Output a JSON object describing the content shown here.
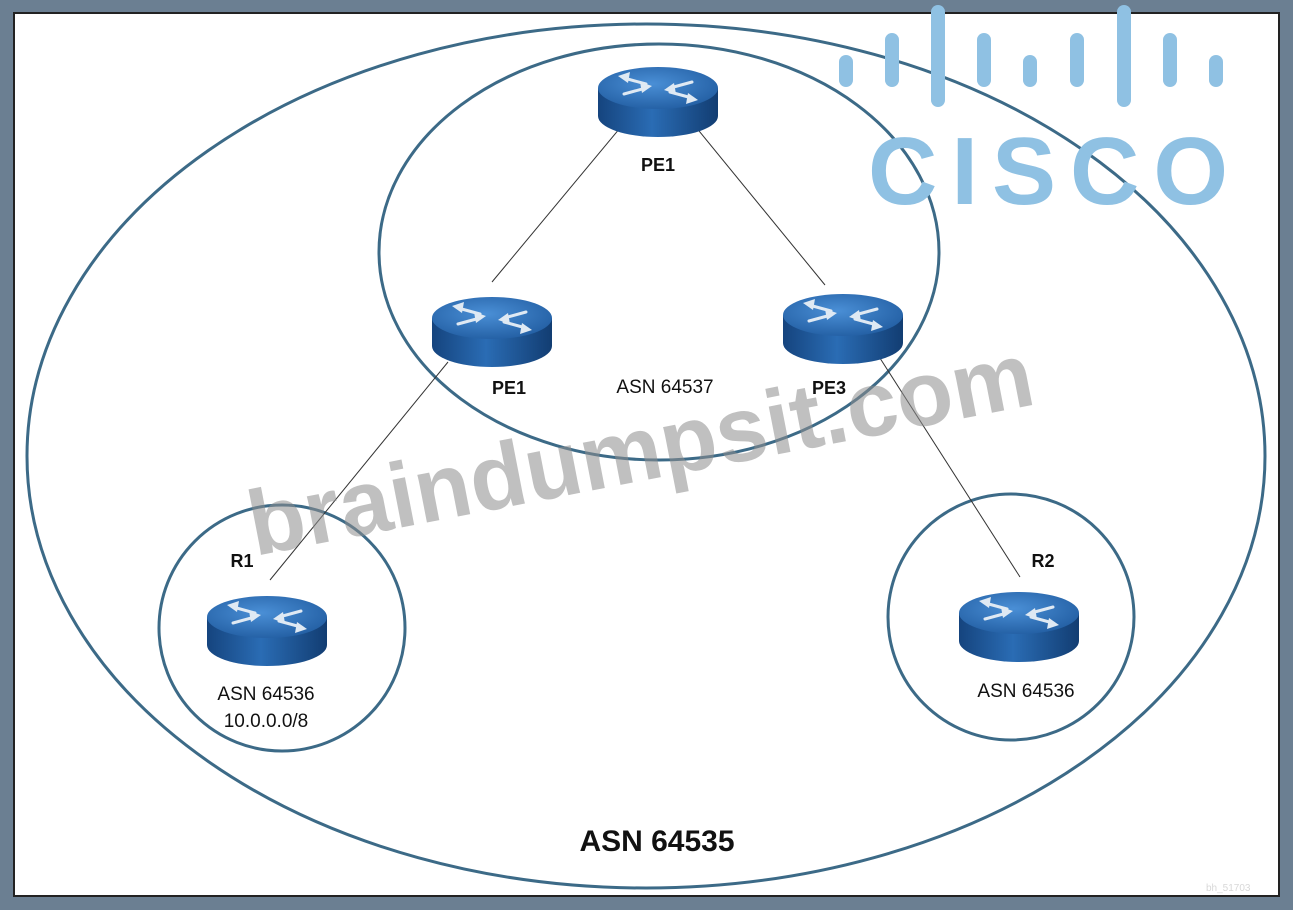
{
  "outer_zone": {
    "label": "ASN 64535"
  },
  "core_zone": {
    "label": "ASN 64537"
  },
  "r1_zone": {
    "asn": "ASN 64536",
    "prefix": "10.0.0.0/8"
  },
  "r2_zone": {
    "asn": "ASN 64536"
  },
  "routers": {
    "top": {
      "label": "PE1"
    },
    "left": {
      "label": "PE1"
    },
    "right": {
      "label": "PE3"
    },
    "r1": {
      "label": "R1"
    },
    "r2": {
      "label": "R2"
    }
  },
  "watermark": "braindumpsit.com",
  "logo": {
    "text": "CISCO",
    "icon": "cisco-bars-logo"
  },
  "corner_mark": "bh_51703",
  "colors": {
    "frame": "#6b7f92",
    "zone_stroke": "#3c6a87",
    "router_top": "#2f6fb5",
    "router_side": "#1c4f8d",
    "logo": "#8fc1e3"
  }
}
